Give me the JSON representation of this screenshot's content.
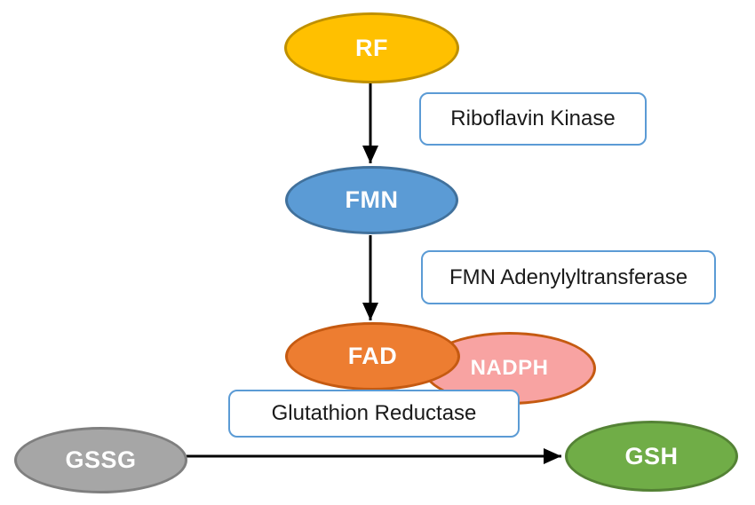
{
  "diagram": {
    "title_semantic": "Riboflavin-dependent glutathione regeneration pathway",
    "background": "#ffffff",
    "arrow_color": "#000000",
    "label_box_border": "#5B9BD5",
    "nodes": [
      {
        "id": "rf",
        "label": "RF",
        "fill": "#FFC000",
        "border": "#BF9000"
      },
      {
        "id": "fmn",
        "label": "FMN",
        "fill": "#5B9BD5",
        "border": "#41719C"
      },
      {
        "id": "fad",
        "label": "FAD",
        "fill": "#ED7D31",
        "border": "#C55A11"
      },
      {
        "id": "nadph",
        "label": "NADPH",
        "fill": "#F8A3A2",
        "border": "#C55A11"
      },
      {
        "id": "gssg",
        "label": "GSSG",
        "fill": "#A6A6A6",
        "border": "#7F7F7F"
      },
      {
        "id": "gsh",
        "label": "GSH",
        "fill": "#70AD47",
        "border": "#548235"
      }
    ],
    "enzymes": [
      {
        "id": "riboflavin-kinase",
        "label": "Riboflavin Kinase"
      },
      {
        "id": "fmn-adenylyltransferase",
        "label": "FMN Adenylyltransferase"
      },
      {
        "id": "glutathion-reductase",
        "label": "Glutathion Reductase"
      }
    ],
    "edges": [
      {
        "from": "RF",
        "to": "FMN",
        "via": "Riboflavin Kinase"
      },
      {
        "from": "FMN",
        "to": "FAD",
        "via": "FMN Adenylyltransferase"
      },
      {
        "from": "GSSG",
        "to": "GSH",
        "via": "Glutathion Reductase"
      }
    ]
  }
}
